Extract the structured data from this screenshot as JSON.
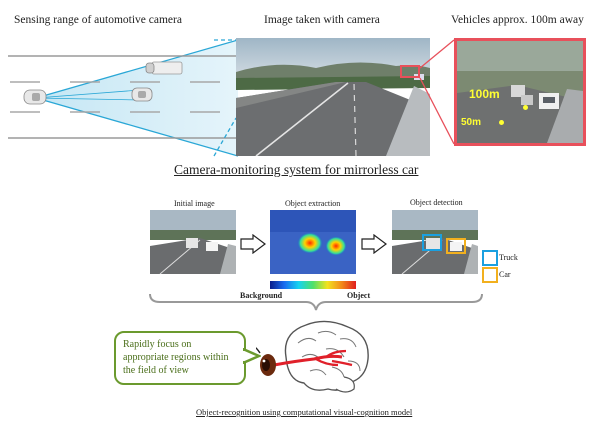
{
  "top": {
    "sensing_title": "Sensing range of automotive camera",
    "image_title": "Image taken with camera",
    "vehicles_title": "Vehicles approx. 100m away",
    "marker_100": "100m",
    "marker_50": "50m",
    "caption": "Camera-monitoring system for mirrorless car"
  },
  "bottom": {
    "initial_label": "Initial image",
    "extraction_label": "Object extraction",
    "detection_label": "Object detection",
    "legend_truck": "Truck",
    "legend_car": "Car",
    "bar_left": "Background",
    "bar_right": "Object",
    "callout": "Rapidly focus on appropriate regions within the field of view",
    "caption": "Object-recognition using computational visual-cognition model"
  },
  "colors": {
    "range_blue": "#2aa7d6",
    "zoom_red": "#e8505b",
    "truck_blue": "#1aa0e0",
    "car_orange": "#f2b01e",
    "callout_green": "#6b9a2e"
  }
}
